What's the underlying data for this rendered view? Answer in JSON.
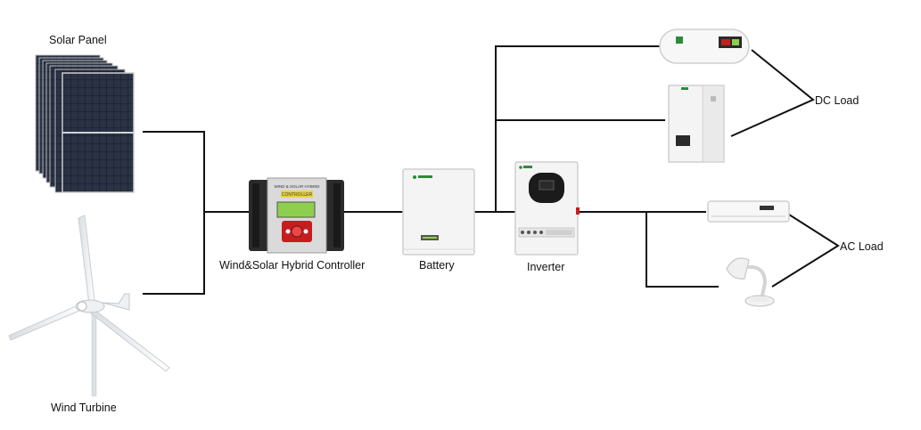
{
  "labels": {
    "solar_panel": "Solar Panel",
    "wind_turbine": "Wind Turbine",
    "controller": "Wind&Solar Hybrid Controller",
    "battery": "Battery",
    "inverter": "Inverter",
    "dc_load": "DC Load",
    "ac_load": "AC Load"
  },
  "device_text": {
    "controller_top": "WIND & SOLAR HYBRID",
    "controller_sub": "CONTROLLER"
  },
  "colors": {
    "wire": "#111111",
    "panel_cell": "#1c2230",
    "device_body": "#f4f4f4",
    "controller_body": "#2b2b2b",
    "controller_accent": "#c41e1e",
    "display_green": "#8fcf4f",
    "brand_green": "#2e8b3a"
  }
}
